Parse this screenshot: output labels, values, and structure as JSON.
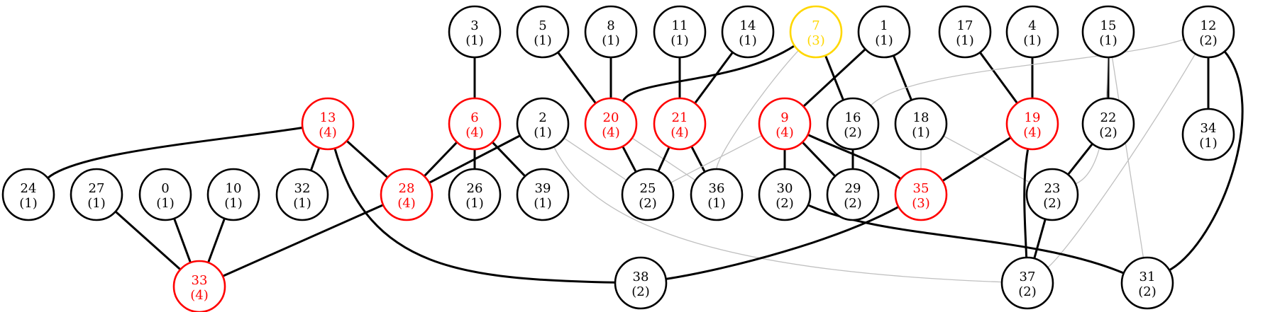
{
  "colors": {
    "default": "#000000",
    "red": "#ff0000",
    "gold": "#ffd700",
    "faint_edge": "#c0c0c0"
  },
  "nodes": [
    {
      "id": "3",
      "count": "(1)",
      "color": "default"
    },
    {
      "id": "5",
      "count": "(1)",
      "color": "default"
    },
    {
      "id": "8",
      "count": "(1)",
      "color": "default"
    },
    {
      "id": "11",
      "count": "(1)",
      "color": "default"
    },
    {
      "id": "14",
      "count": "(1)",
      "color": "default"
    },
    {
      "id": "7",
      "count": "(3)",
      "color": "gold"
    },
    {
      "id": "1",
      "count": "(1)",
      "color": "default"
    },
    {
      "id": "17",
      "count": "(1)",
      "color": "default"
    },
    {
      "id": "4",
      "count": "(1)",
      "color": "default"
    },
    {
      "id": "15",
      "count": "(1)",
      "color": "default"
    },
    {
      "id": "12",
      "count": "(2)",
      "color": "default"
    },
    {
      "id": "13",
      "count": "(4)",
      "color": "red"
    },
    {
      "id": "6",
      "count": "(4)",
      "color": "red"
    },
    {
      "id": "2",
      "count": "(1)",
      "color": "default"
    },
    {
      "id": "20",
      "count": "(4)",
      "color": "red"
    },
    {
      "id": "21",
      "count": "(4)",
      "color": "red"
    },
    {
      "id": "9",
      "count": "(4)",
      "color": "red"
    },
    {
      "id": "16",
      "count": "(2)",
      "color": "default"
    },
    {
      "id": "18",
      "count": "(1)",
      "color": "default"
    },
    {
      "id": "19",
      "count": "(4)",
      "color": "red"
    },
    {
      "id": "22",
      "count": "(2)",
      "color": "default"
    },
    {
      "id": "34",
      "count": "(1)",
      "color": "default"
    },
    {
      "id": "24",
      "count": "(1)",
      "color": "default"
    },
    {
      "id": "27",
      "count": "(1)",
      "color": "default"
    },
    {
      "id": "0",
      "count": "(1)",
      "color": "default"
    },
    {
      "id": "10",
      "count": "(1)",
      "color": "default"
    },
    {
      "id": "32",
      "count": "(1)",
      "color": "default"
    },
    {
      "id": "28",
      "count": "(4)",
      "color": "red"
    },
    {
      "id": "26",
      "count": "(1)",
      "color": "default"
    },
    {
      "id": "39",
      "count": "(1)",
      "color": "default"
    },
    {
      "id": "25",
      "count": "(2)",
      "color": "default"
    },
    {
      "id": "36",
      "count": "(1)",
      "color": "default"
    },
    {
      "id": "30",
      "count": "(2)",
      "color": "default"
    },
    {
      "id": "29",
      "count": "(2)",
      "color": "default"
    },
    {
      "id": "35",
      "count": "(3)",
      "color": "red"
    },
    {
      "id": "23",
      "count": "(2)",
      "color": "default"
    },
    {
      "id": "33",
      "count": "(4)",
      "color": "red"
    },
    {
      "id": "38",
      "count": "(2)",
      "color": "default"
    },
    {
      "id": "37",
      "count": "(2)",
      "color": "default"
    },
    {
      "id": "31",
      "count": "(2)",
      "color": "default"
    }
  ],
  "edges": [
    {
      "from": "3",
      "to": "6",
      "style": "strong"
    },
    {
      "from": "5",
      "to": "20",
      "style": "strong"
    },
    {
      "from": "8",
      "to": "20",
      "style": "strong"
    },
    {
      "from": "11",
      "to": "21",
      "style": "strong"
    },
    {
      "from": "14",
      "to": "21",
      "style": "strong"
    },
    {
      "from": "7",
      "to": "20",
      "style": "strong"
    },
    {
      "from": "7",
      "to": "16",
      "style": "strong"
    },
    {
      "from": "7",
      "to": "36",
      "style": "faint"
    },
    {
      "from": "1",
      "to": "9",
      "style": "strong"
    },
    {
      "from": "1",
      "to": "18",
      "style": "strong"
    },
    {
      "from": "17",
      "to": "19",
      "style": "strong"
    },
    {
      "from": "4",
      "to": "19",
      "style": "strong"
    },
    {
      "from": "15",
      "to": "22",
      "style": "strong"
    },
    {
      "from": "15",
      "to": "23",
      "style": "faint"
    },
    {
      "from": "15",
      "to": "31",
      "style": "faint"
    },
    {
      "from": "12",
      "to": "34",
      "style": "strong"
    },
    {
      "from": "12",
      "to": "31",
      "style": "strong"
    },
    {
      "from": "12",
      "to": "16",
      "style": "faint"
    },
    {
      "from": "12",
      "to": "37",
      "style": "faint"
    },
    {
      "from": "13",
      "to": "24",
      "style": "strong"
    },
    {
      "from": "13",
      "to": "32",
      "style": "strong"
    },
    {
      "from": "13",
      "to": "28",
      "style": "strong"
    },
    {
      "from": "13",
      "to": "38",
      "style": "strong"
    },
    {
      "from": "6",
      "to": "28",
      "style": "strong"
    },
    {
      "from": "6",
      "to": "26",
      "style": "strong"
    },
    {
      "from": "6",
      "to": "39",
      "style": "strong"
    },
    {
      "from": "2",
      "to": "28",
      "style": "strong"
    },
    {
      "from": "2",
      "to": "25",
      "style": "faint"
    },
    {
      "from": "2",
      "to": "37",
      "style": "faint"
    },
    {
      "from": "20",
      "to": "25",
      "style": "strong"
    },
    {
      "from": "20",
      "to": "36",
      "style": "faint"
    },
    {
      "from": "21",
      "to": "25",
      "style": "strong"
    },
    {
      "from": "21",
      "to": "36",
      "style": "strong"
    },
    {
      "from": "9",
      "to": "30",
      "style": "strong"
    },
    {
      "from": "9",
      "to": "29",
      "style": "strong"
    },
    {
      "from": "9",
      "to": "35",
      "style": "strong"
    },
    {
      "from": "9",
      "to": "25",
      "style": "faint"
    },
    {
      "from": "16",
      "to": "29",
      "style": "strong"
    },
    {
      "from": "18",
      "to": "35",
      "style": "faint"
    },
    {
      "from": "18",
      "to": "23",
      "style": "faint"
    },
    {
      "from": "19",
      "to": "35",
      "style": "strong"
    },
    {
      "from": "19",
      "to": "37",
      "style": "strong"
    },
    {
      "from": "22",
      "to": "23",
      "style": "strong"
    },
    {
      "from": "23",
      "to": "37",
      "style": "strong"
    },
    {
      "from": "27",
      "to": "33",
      "style": "strong"
    },
    {
      "from": "0",
      "to": "33",
      "style": "strong"
    },
    {
      "from": "10",
      "to": "33",
      "style": "strong"
    },
    {
      "from": "28",
      "to": "33",
      "style": "strong"
    },
    {
      "from": "35",
      "to": "38",
      "style": "strong"
    },
    {
      "from": "30",
      "to": "31",
      "style": "strong"
    }
  ]
}
